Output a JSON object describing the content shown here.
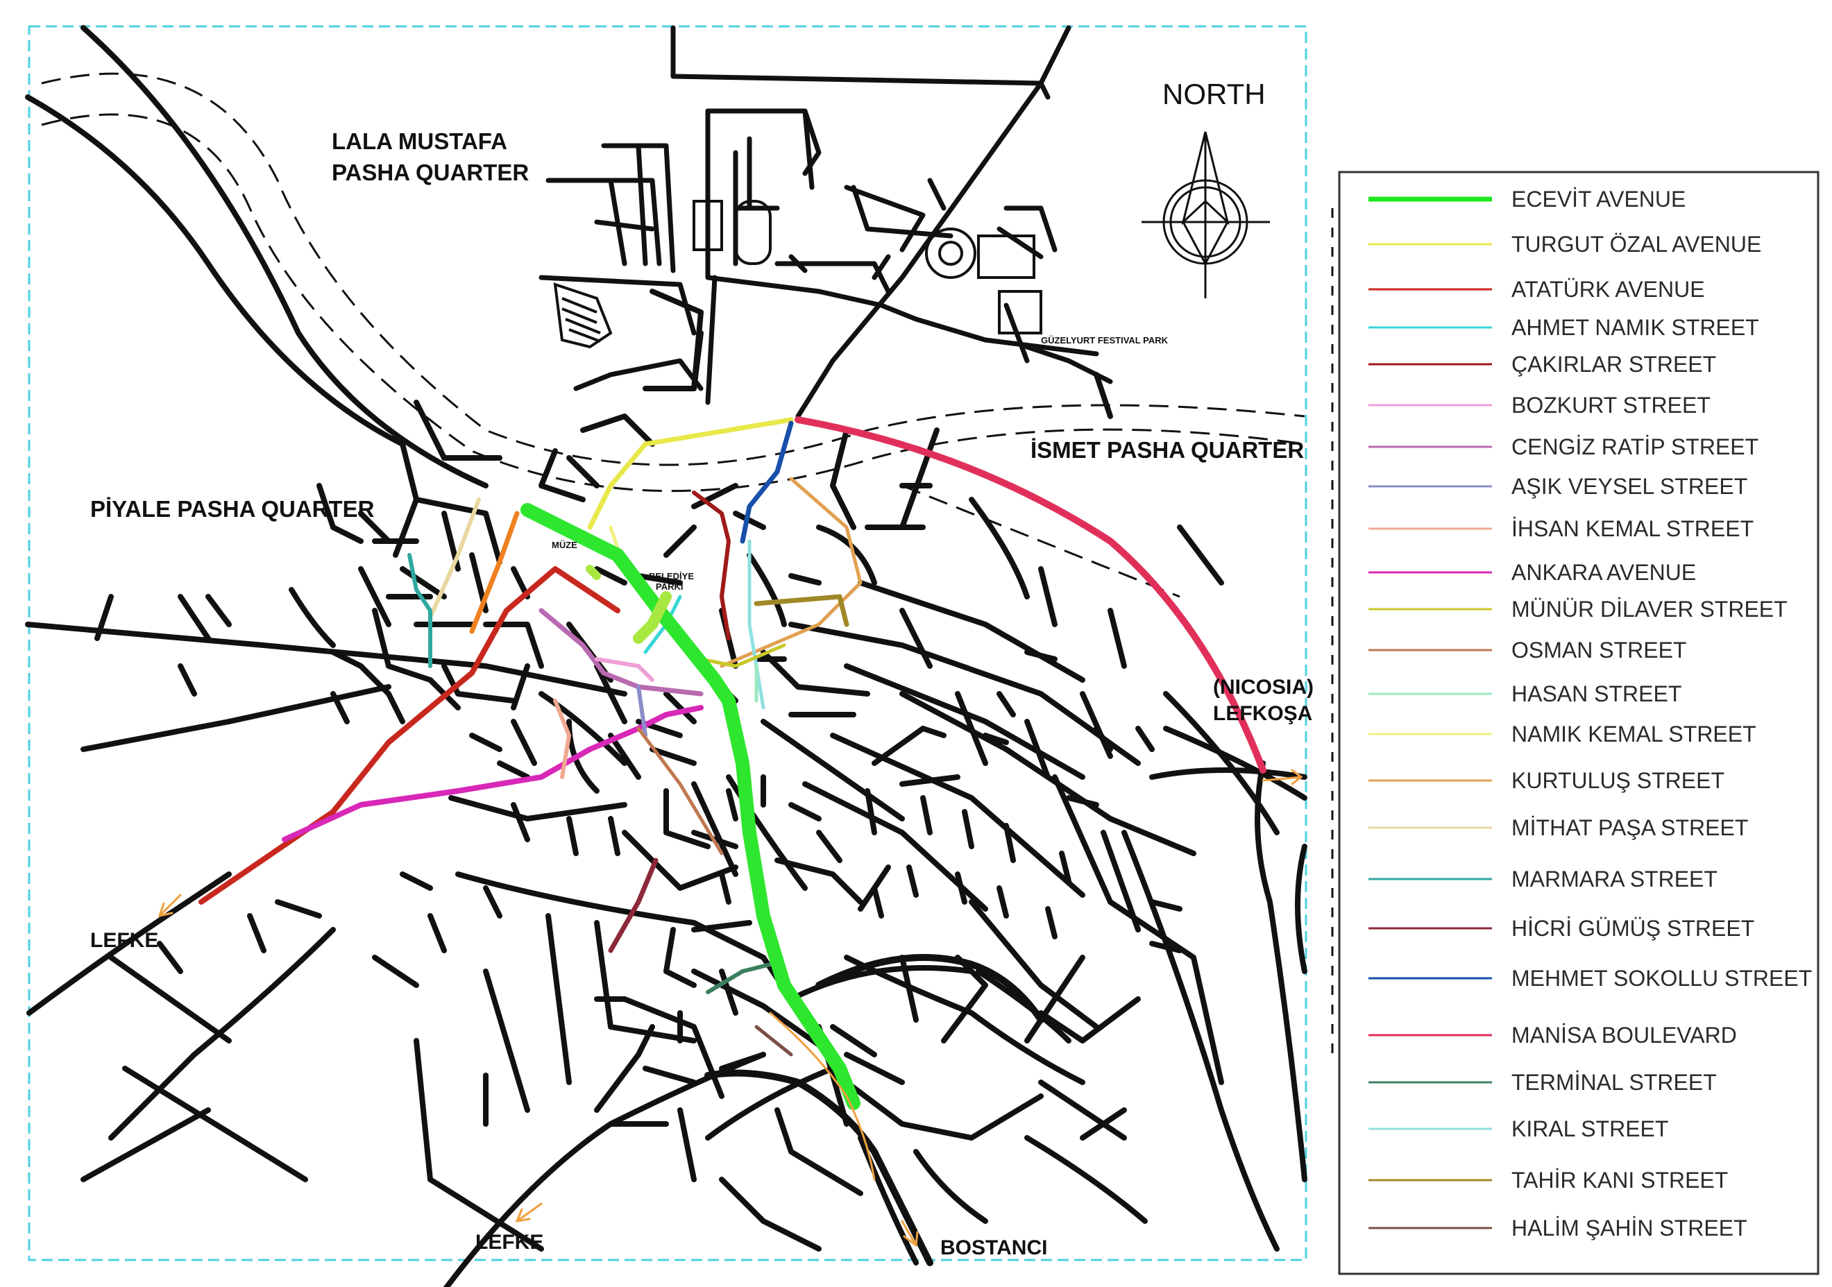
{
  "map": {
    "north_label": "NORTH",
    "quarters": {
      "lala_line1": "LALA MUSTAFA",
      "lala_line2": "PASHA QUARTER",
      "piyale": "PİYALE PASHA QUARTER",
      "ismet": "İSMET  PASHA QUARTER"
    },
    "destinations": {
      "nicosia": "(NICOSIA)",
      "lefkosa": "LEFKOŞA",
      "lefke_west": "LEFKE",
      "lefke_south": "LEFKE",
      "bostanci": "BOSTANCI"
    },
    "places": {
      "festival_park": "GÜZELYURT FESTIVAL PARK",
      "belediye_line1": "BELEDİYE",
      "belediye_line2": "PARKI",
      "muze": "MÜZE"
    }
  },
  "legend": {
    "items": [
      {
        "label": "ECEVİT AVENUE",
        "color": "#1ee61e"
      },
      {
        "label": "TURGUT ÖZAL AVENUE",
        "color": "#e8e84a"
      },
      {
        "label": "ATATÜRK AVENUE",
        "color": "#c8281e"
      },
      {
        "label": "AHMET NAMIK STREET",
        "color": "#38d6d6"
      },
      {
        "label": "ÇAKIRLAR STREET",
        "color": "#a01a1a"
      },
      {
        "label": "BOZKURT STREET",
        "color": "#f0a0d8"
      },
      {
        "label": "CENGİZ RATİP STREET",
        "color": "#b86ab0"
      },
      {
        "label": "AŞIK VEYSEL STREET",
        "color": "#8c8cc8"
      },
      {
        "label": "İHSAN KEMAL STREET",
        "color": "#f0a890"
      },
      {
        "label": "ANKARA AVENUE",
        "color": "#d828b8"
      },
      {
        "label": "MÜNÜR DİLAVER STREET",
        "color": "#c8c828"
      },
      {
        "label": "OSMAN STREET",
        "color": "#c07850"
      },
      {
        "label": "HASAN STREET",
        "color": "#9ce8c0"
      },
      {
        "label": "NAMIK KEMAL STREET",
        "color": "#f0f080"
      },
      {
        "label": "KURTULUŞ STREET",
        "color": "#e0a050"
      },
      {
        "label": "MİTHAT PAŞA STREET",
        "color": "#e8d8a0"
      },
      {
        "label": "MARMARA STREET",
        "color": "#30a8a0"
      },
      {
        "label": "HİCRİ GÜMÜŞ STREET",
        "color": "#8c2838"
      },
      {
        "label": "MEHMET SOKOLLU STREET",
        "color": "#1850a8"
      },
      {
        "label": "MANİSA BOULEVARD",
        "color": "#e0305a"
      },
      {
        "label": "TERMİNAL STREET",
        "color": "#3c8060"
      },
      {
        "label": "KIRAL STREET",
        "color": "#90e0e0"
      },
      {
        "label": "TAHİR KANI STREET",
        "color": "#a08828"
      },
      {
        "label": "HALİM ŞAHİN STREET",
        "color": "#7c5048"
      }
    ]
  }
}
